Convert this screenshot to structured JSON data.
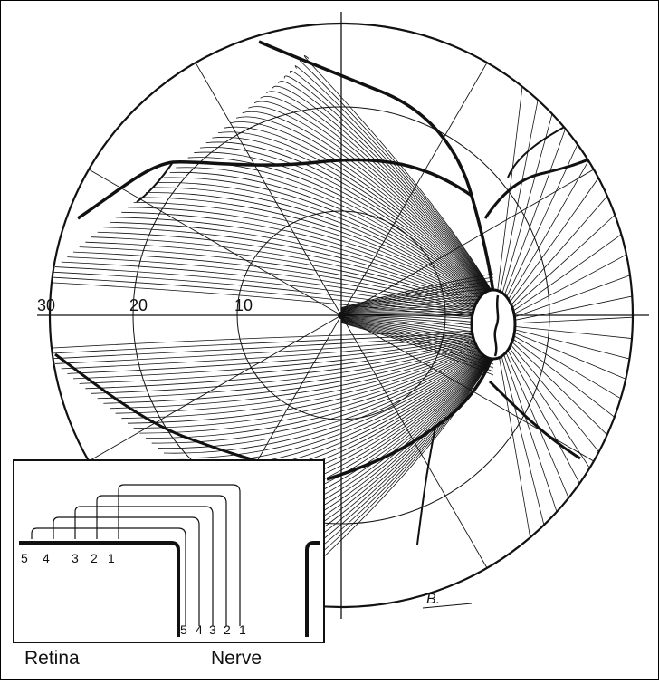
{
  "figure": {
    "angle_ticks": [
      "30",
      "20",
      "10"
    ],
    "signature": "B.",
    "inset": {
      "left_layers": [
        "5",
        "4",
        "3",
        "2",
        "1"
      ],
      "right_layers": [
        "5",
        "4",
        "3",
        "2",
        "1"
      ],
      "retina_label": "Retina",
      "nerve_label": "Nerve"
    }
  },
  "colors": {
    "ink": "#111111",
    "paper": "#ffffff"
  }
}
